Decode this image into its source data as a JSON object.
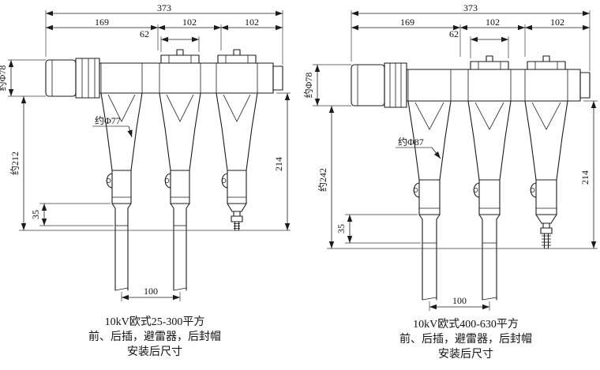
{
  "left": {
    "dims": {
      "total": "373",
      "seg1": "169",
      "seg2": "102",
      "seg3": "102",
      "cap_width": "62",
      "cap_dia": "约Φ78",
      "overall_height": "约212",
      "body_dia": "约Φ77",
      "right_height": "214",
      "tail": "35",
      "spacing": "100"
    },
    "caption1": "10kV欧式25-300平方",
    "caption2": "前、后插，避雷器，后封帽",
    "caption3": "安装后尺寸"
  },
  "right": {
    "dims": {
      "total": "373",
      "seg1": "169",
      "seg2": "102",
      "seg3": "102",
      "cap_width": "62",
      "cap_dia": "约Φ78",
      "overall_height": "约242",
      "body_dia": "约Φ87",
      "right_height": "214",
      "tail": "35",
      "spacing": "100"
    },
    "caption1": "10kV欧式400-630平方",
    "caption2": "前、后插，避雷器，后封帽",
    "caption3": "安装后尺寸"
  }
}
